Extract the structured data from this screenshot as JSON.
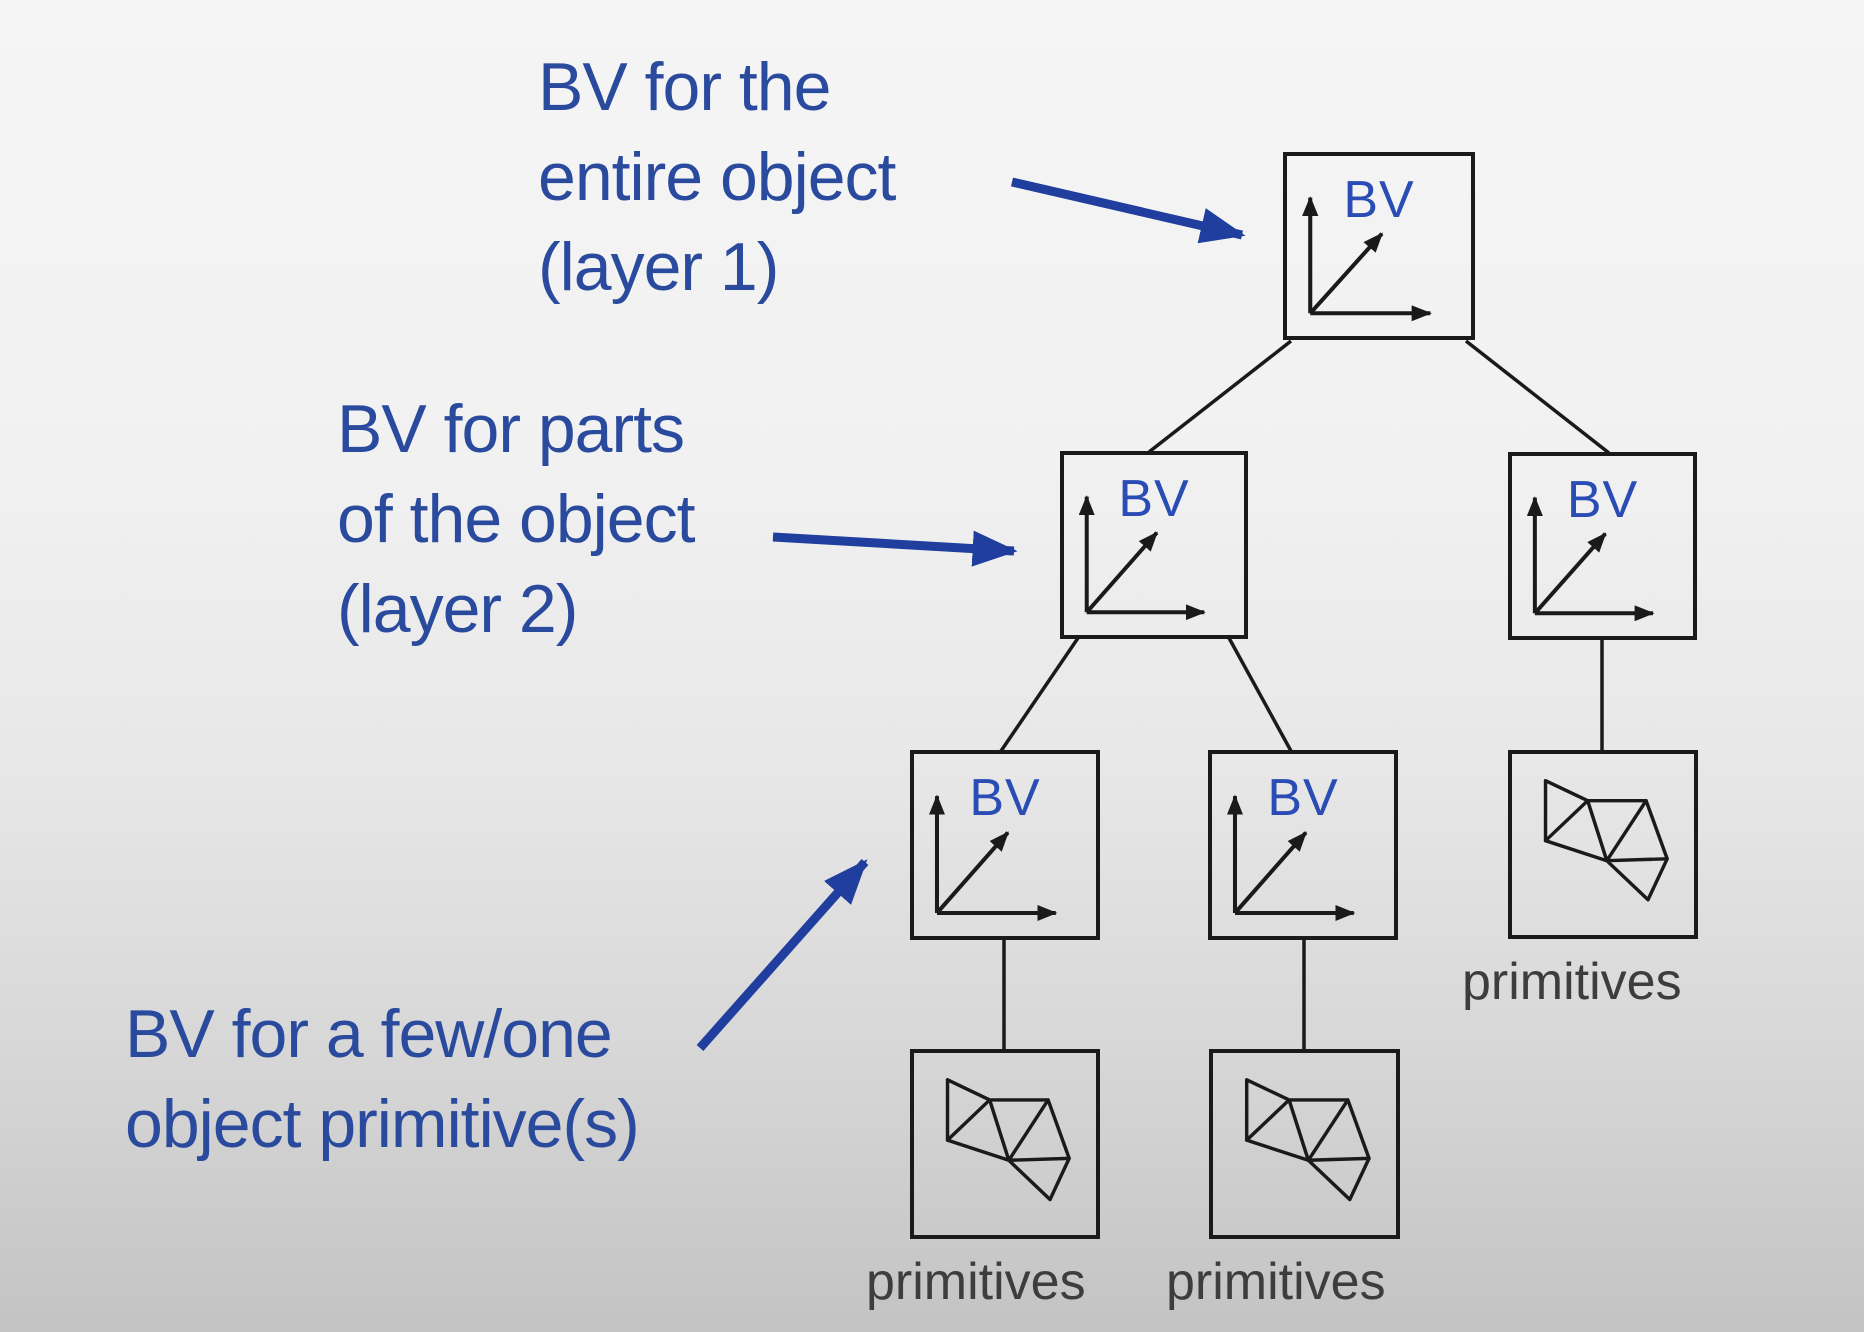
{
  "annotations": {
    "layer1": {
      "lines": [
        "BV for the",
        "entire object",
        "(layer 1)"
      ]
    },
    "layer2": {
      "lines": [
        "BV for parts",
        "of the object",
        "(layer 2)"
      ]
    },
    "layer3": {
      "lines": [
        "BV for a few/one",
        "object primitive(s)"
      ]
    }
  },
  "tree": {
    "bv_label": "BV",
    "primitives_caption": "primitives"
  },
  "icons": {
    "bv_node": "coordinate-axes-icon",
    "primitives_node": "triangle-mesh-icon"
  },
  "colors": {
    "annotation_blue": "#2a4a9e",
    "bv_text_blue": "#2a4cb5",
    "arrow_blue": "#1f3e9e",
    "diagram_black": "#1a1a1a",
    "caption_gray": "#3d3d3d",
    "background_top": "#f5f5f5",
    "background_bottom": "#c3c3c3"
  }
}
